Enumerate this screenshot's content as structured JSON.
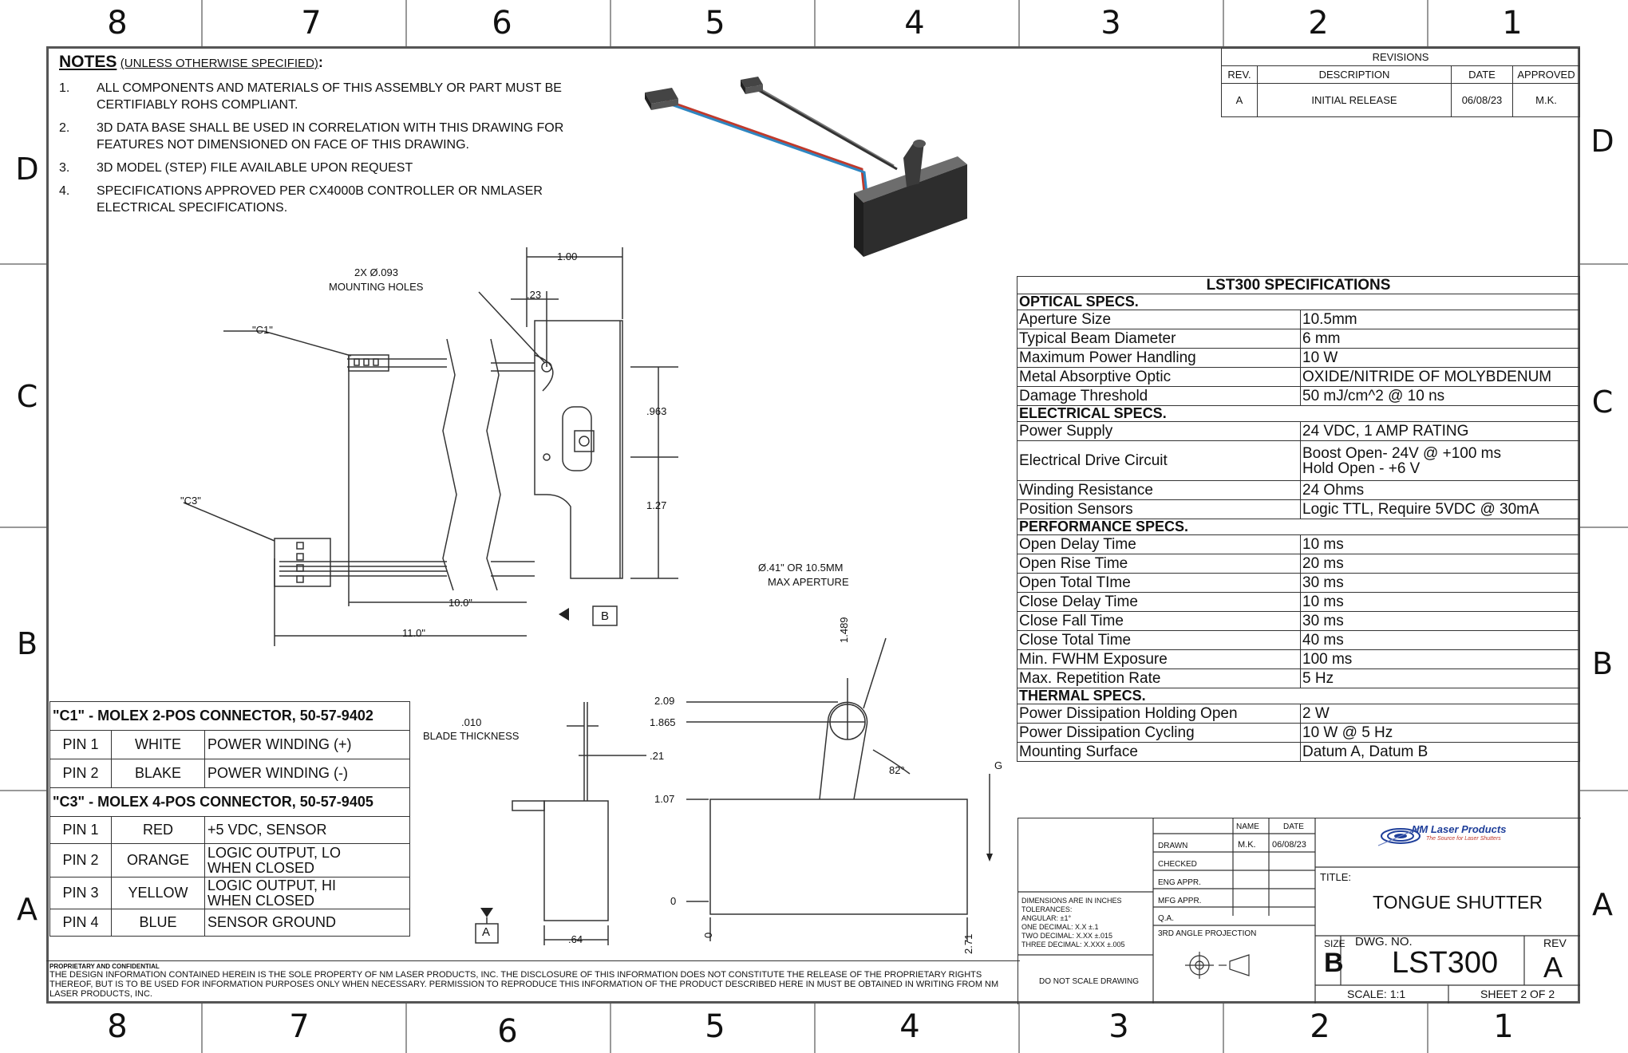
{
  "zones": {
    "top": [
      "8",
      "7",
      "6",
      "5",
      "4",
      "3",
      "2",
      "1"
    ],
    "bottom": [
      "8",
      "7",
      "6",
      "5",
      "4",
      "3",
      "2",
      "1"
    ],
    "left": [
      "D",
      "C",
      "B",
      "A"
    ],
    "right": [
      "D",
      "C",
      "B",
      "A"
    ]
  },
  "notes": {
    "title": "NOTES",
    "subtitle": "(UNLESS OTHERWISE SPECIFIED)",
    "colon": ":",
    "items": [
      {
        "num": "1.",
        "text": "ALL COMPONENTS AND MATERIALS OF THIS ASSEMBLY OR PART MUST BE CERTIFIABLY ROHS COMPLIANT."
      },
      {
        "num": "2.",
        "text": "3D DATA BASE SHALL BE USED IN CORRELATION WITH THIS DRAWING FOR FEATURES NOT DIMENSIONED ON FACE OF THIS DRAWING."
      },
      {
        "num": "3.",
        "text": "3D MODEL (STEP) FILE AVAILABLE UPON REQUEST"
      },
      {
        "num": "4.",
        "text": "SPECIFICATIONS APPROVED PER CX4000B CONTROLLER OR NMLASER ELECTRICAL SPECIFICATIONS."
      }
    ]
  },
  "revisions": {
    "title": "REVISIONS",
    "headers": [
      "REV.",
      "DESCRIPTION",
      "DATE",
      "APPROVED"
    ],
    "rows": [
      [
        "A",
        "INITIAL RELEASE",
        "06/08/23",
        "M.K."
      ]
    ]
  },
  "specs": {
    "title": "LST300  SPECIFICATIONS",
    "rows": [
      {
        "section": "OPTICAL SPECS."
      },
      {
        "label": "Aperture Size",
        "value": "10.5mm"
      },
      {
        "label": "Typical Beam Diameter",
        "value": "6 mm"
      },
      {
        "label": "Maximum Power Handling",
        "value": "10 W"
      },
      {
        "label": "Metal Absorptive Optic",
        "value": "OXIDE/NITRIDE OF MOLYBDENUM"
      },
      {
        "label": "Damage Threshold",
        "value": "50 mJ/cm^2 @ 10 ns"
      },
      {
        "section": "ELECTRICAL SPECS."
      },
      {
        "label": "Power Supply",
        "value": "24 VDC, 1 AMP RATING"
      },
      {
        "label": "Electrical Drive Circuit",
        "value": "Boost Open- 24V @ +100 ms\nHold Open - +6 V"
      },
      {
        "label": "Winding Resistance",
        "value": "24 Ohms"
      },
      {
        "label": "Position Sensors",
        "value": "Logic TTL, Require 5VDC @ 30mA"
      },
      {
        "section": "PERFORMANCE SPECS."
      },
      {
        "label": "Open Delay Time",
        "value": "10 ms"
      },
      {
        "label": "Open Rise Time",
        "value": "20 ms"
      },
      {
        "label": "Open Total TIme",
        "value": "30 ms"
      },
      {
        "label": "Close Delay Time",
        "value": "10 ms"
      },
      {
        "label": "Close Fall Time",
        "value": "30 ms"
      },
      {
        "label": "Close Total Time",
        "value": "40 ms"
      },
      {
        "label": "Min. FWHM Exposure",
        "value": "100 ms"
      },
      {
        "label": "Max. Repetition Rate",
        "value": "5 Hz"
      },
      {
        "section": "THERMAL SPECS."
      },
      {
        "label": "Power Dissipation Holding Open",
        "value": "2 W"
      },
      {
        "label": "Power Dissipation Cycling",
        "value": "10 W @ 5 Hz"
      },
      {
        "label": "Mounting Surface",
        "value": "Datum A, Datum B"
      }
    ]
  },
  "connectors": {
    "c1_title": "\"C1\" - MOLEX 2-POS CONNECTOR, 50-57-9402",
    "c1_rows": [
      [
        "PIN 1",
        "WHITE",
        "POWER WINDING (+)"
      ],
      [
        "PIN 2",
        "BLAKE",
        "POWER WINDING (-)"
      ]
    ],
    "c3_title": "\"C3\" - MOLEX 4-POS CONNECTOR, 50-57-9405",
    "c3_rows": [
      [
        "PIN 1",
        "RED",
        "+5 VDC, SENSOR"
      ],
      [
        "PIN 2",
        "ORANGE",
        "LOGIC OUTPUT, LO\nWHEN CLOSED"
      ],
      [
        "PIN 3",
        "YELLOW",
        "LOGIC OUTPUT, HI\nWHEN CLOSED"
      ],
      [
        "PIN 4",
        "BLUE",
        "SENSOR GROUND"
      ]
    ]
  },
  "dims": {
    "top_view": {
      "width_100": "1.00",
      "d023": ".23",
      "mount_holes_1": "2X Ø.093",
      "mount_holes_2": "MOUNTING HOLES",
      "c1": "\"C1\"",
      "c3": "\"C3\"",
      "d963": ".963",
      "d127": "1.27",
      "len10": "10.0\"",
      "len11": "11.0\"",
      "datum_b": "B"
    },
    "side_view": {
      "blade_1": ".010",
      "blade_2": "BLADE THICKNESS",
      "d021": ".21",
      "d064": ".64",
      "datum_a": "A"
    },
    "front_view": {
      "aperture_1": "Ø.41\" OR 10.5MM",
      "aperture_2": "MAX APERTURE",
      "d1489": "1.489",
      "d209": "2.09",
      "d1865": "1.865",
      "d107": "1.07",
      "d0": "0",
      "x0": "0",
      "x271": "2.71",
      "angle": "82°",
      "g": "G"
    }
  },
  "title_block": {
    "proprietary_title": "PROPRIETARY AND CONFIDENTIAL",
    "proprietary_text": "THE DESIGN INFORMATION CONTAINED HEREIN IS THE SOLE PROPERTY OF NM LASER PRODUCTS, INC. THE DISCLOSURE OF THIS INFORMATION DOES NOT CONSTITUTE THE RELEASE OF THE PROPRIETARY RIGHTS THEREOF, BUT IS TO BE USED FOR INFORMATION PURPOSES ONLY WHEN NECESSARY. PERMISSION TO REPRODUCE THIS INFORMATION OF THE PRODUCT DESCRIBED HERE IN MUST BE OBTAINED IN WRITING FROM NM LASER PRODUCTS, INC.",
    "name_hdr": "NAME",
    "date_hdr": "DATE",
    "drawn": "DRAWN",
    "drawn_name": "M.K.",
    "drawn_date": "06/08/23",
    "checked": "CHECKED",
    "eng": "ENG APPR.",
    "mfg": "MFG APPR.",
    "qa": "Q.A.",
    "tol_1": "DIMENSIONS ARE IN INCHES",
    "tol_2": "TOLERANCES:",
    "tol_3": "ANGULAR:  ±1°",
    "tol_4": "ONE DECIMAL:   X.X   ±.1",
    "tol_5": "TWO DECIMAL:   X.XX ±.015",
    "tol_6": "THREE DECIMAL:  X.XXX ±.005",
    "projection": "3RD ANGLE PROJECTION",
    "noscale": "DO NOT SCALE DRAWING",
    "logo_name": "NM Laser Products",
    "logo_tag": "The Source for Laser Shutters",
    "title_label": "TITLE:",
    "title": "TONGUE SHUTTER",
    "size_label": "SIZE",
    "size": "B",
    "dwg_label": "DWG.  NO.",
    "dwg_no": "LST300",
    "rev_label": "REV",
    "rev": "A",
    "scale": "SCALE: 1:1",
    "sheet": "SHEET 2 OF 2"
  },
  "colors": {
    "line": "#333333",
    "border": "#555555",
    "wire_red": "#c0392b",
    "wire_blue": "#2e86c1",
    "logo_blue": "#1f3f9a"
  }
}
